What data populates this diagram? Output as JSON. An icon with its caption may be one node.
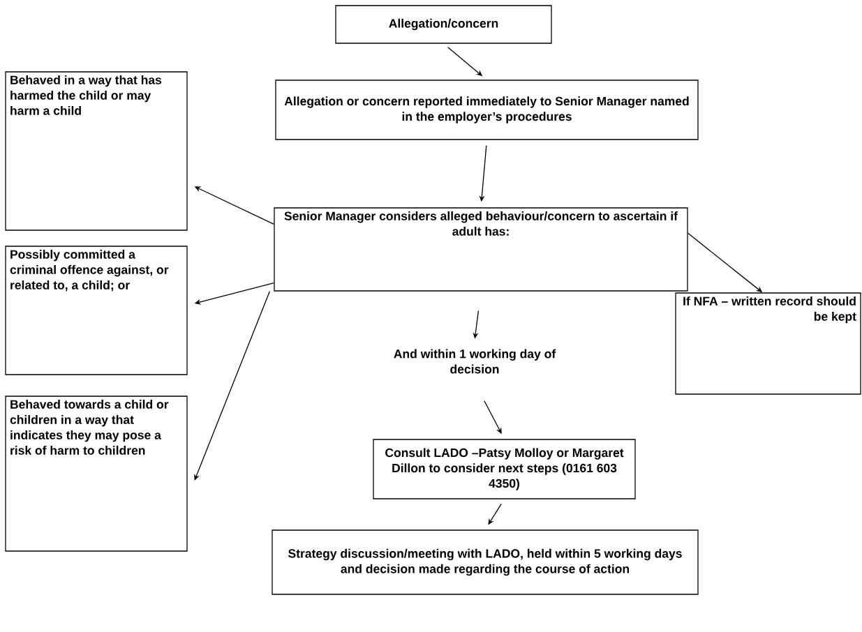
{
  "diagram": {
    "nodes": [
      {
        "text": [
          "Allegation/concern"
        ]
      },
      {
        "text": [
          "Allegation or concern reported immediately to Senior Manager named in the employer’s procedures"
        ]
      },
      {
        "text": [
          "Behaved in a way that has harmed the child or may harm a child"
        ]
      },
      {
        "text": [
          "Senior Manager considers alleged behaviour/concern to ascertain if adult has:"
        ]
      },
      {
        "text": [
          "Possibly committed a criminal offence against, or related to, a child; or"
        ]
      },
      {
        "text": [
          "If NFA – written record should be kept"
        ]
      },
      {
        "text": [
          "And within 1 working day of decision"
        ]
      },
      {
        "text": [
          "Consult LADO –Patsy Molloy or Margaret Dillon to consider next steps (0161 603 4350)"
        ]
      },
      {
        "text": [
          "Behaved towards a child or children in a way that indicates they may pose a risk of harm to children"
        ]
      },
      {
        "text": [
          "Strategy discussion/meeting with LADO, held within 5 working days and decision made regarding the course of action"
        ]
      }
    ],
    "edges": [
      {
        "from": 0,
        "to": 1,
        "arrow": "to"
      },
      {
        "from": 1,
        "to": 3,
        "arrow": "to"
      },
      {
        "from": 3,
        "to": 2,
        "arrow": "to"
      },
      {
        "from": 3,
        "to": 4,
        "arrow": "to"
      },
      {
        "from": 3,
        "to": 8,
        "arrow": "to"
      },
      {
        "from": 3,
        "to": 5,
        "arrow": "to"
      },
      {
        "from": 3,
        "to": 6,
        "arrow": "to"
      },
      {
        "from": 6,
        "to": 7,
        "arrow": "to"
      },
      {
        "from": 7,
        "to": 9,
        "arrow": "to"
      }
    ]
  }
}
